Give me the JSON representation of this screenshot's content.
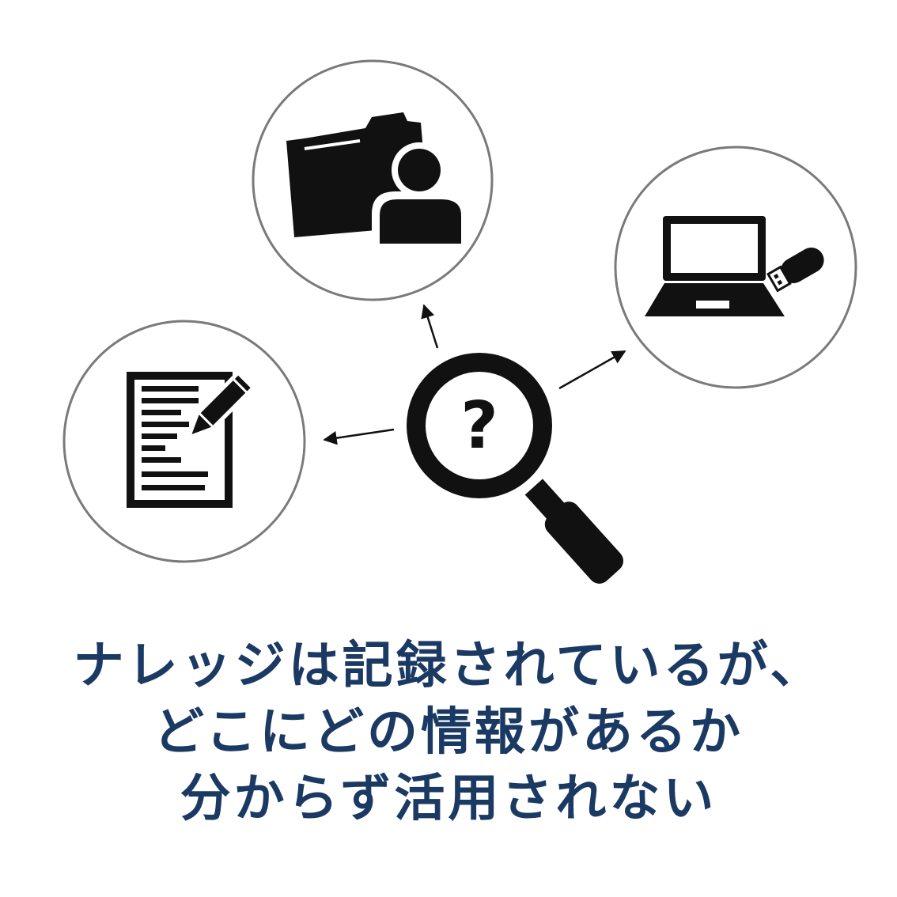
{
  "colors": {
    "icon": "#111111",
    "circle_stroke": "#7a7a7a",
    "caption": "#1b3a63",
    "background": "#ffffff"
  },
  "nodes": [
    {
      "icon": "folder-user-icon"
    },
    {
      "icon": "laptop-usb-icon"
    },
    {
      "icon": "document-pen-icon"
    }
  ],
  "center": {
    "icon": "magnifier-question-icon",
    "glyph": "?"
  },
  "caption": {
    "line1": "ナレッジは記録されているが、",
    "line2": "どこにどの情報があるか",
    "line3": "分からず活用されない"
  }
}
